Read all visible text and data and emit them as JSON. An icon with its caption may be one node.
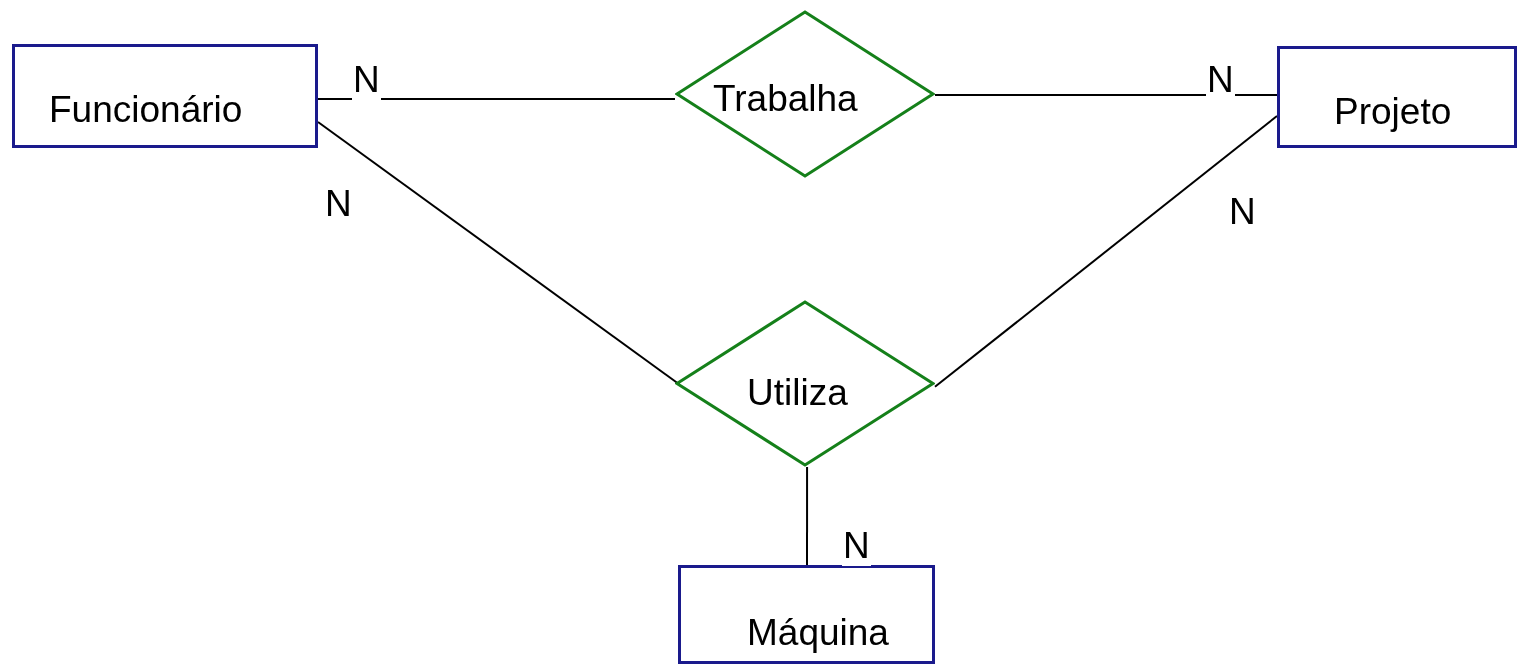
{
  "diagram": {
    "nodes": [
      {
        "text": [
          "Funcionário"
        ]
      },
      {
        "text": [
          "Trabalha"
        ]
      },
      {
        "text": [
          "Projeto"
        ]
      },
      {
        "text": [
          "Utiliza"
        ]
      },
      {
        "text": [
          "Máquina"
        ]
      }
    ],
    "edges": [
      {
        "from": 0,
        "to": 1,
        "arrow": "none",
        "label": "N"
      },
      {
        "from": 1,
        "to": 2,
        "arrow": "none",
        "label": "N"
      },
      {
        "from": 0,
        "to": 3,
        "arrow": "none",
        "label": "N"
      },
      {
        "from": 2,
        "to": 3,
        "arrow": "none",
        "label": "N"
      },
      {
        "from": 3,
        "to": 4,
        "arrow": "none",
        "label": "N"
      }
    ]
  }
}
